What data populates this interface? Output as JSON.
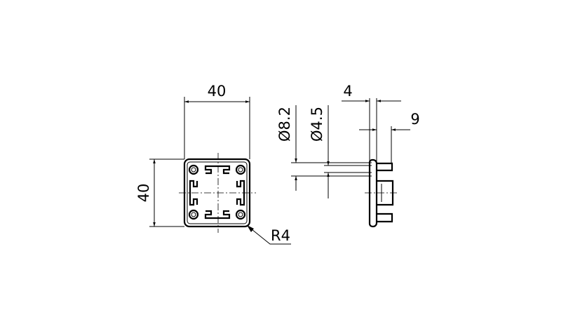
{
  "drawing": {
    "front_view": {
      "width_label": "40",
      "height_label": "40",
      "radius_label": "R4"
    },
    "side_view": {
      "outer_diameter_label": "Ø8.2",
      "inner_diameter_label": "Ø4.5",
      "thickness_label": "4",
      "depth_label": "9"
    },
    "line_color": "#000000"
  }
}
